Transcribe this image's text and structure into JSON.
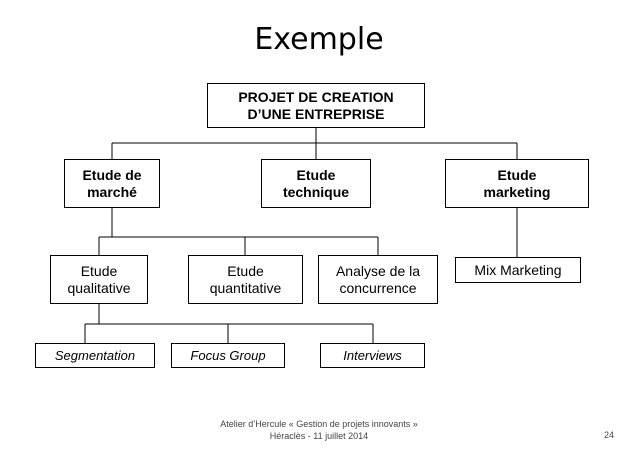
{
  "title": "Exemple",
  "nodes": {
    "root": "PROJET DE CREATION\nD’UNE ENTREPRISE",
    "market": "Etude de\nmarché",
    "technical": "Etude\ntechnique",
    "marketing": "Etude\nmarketing",
    "qualitative": "Etude\nqualitative",
    "quantitative": "Etude\nquantitative",
    "competition": "Analyse de la\nconcurrence",
    "mix": "Mix Marketing",
    "segmentation": "Segmentation",
    "focus": "Focus Group",
    "interviews": "Interviews"
  },
  "footer": {
    "line1": "Atelier d’Hercule « Gestion de projets innovants »",
    "line2": "Héraclès - 11 juillet 2014",
    "page": "24"
  }
}
